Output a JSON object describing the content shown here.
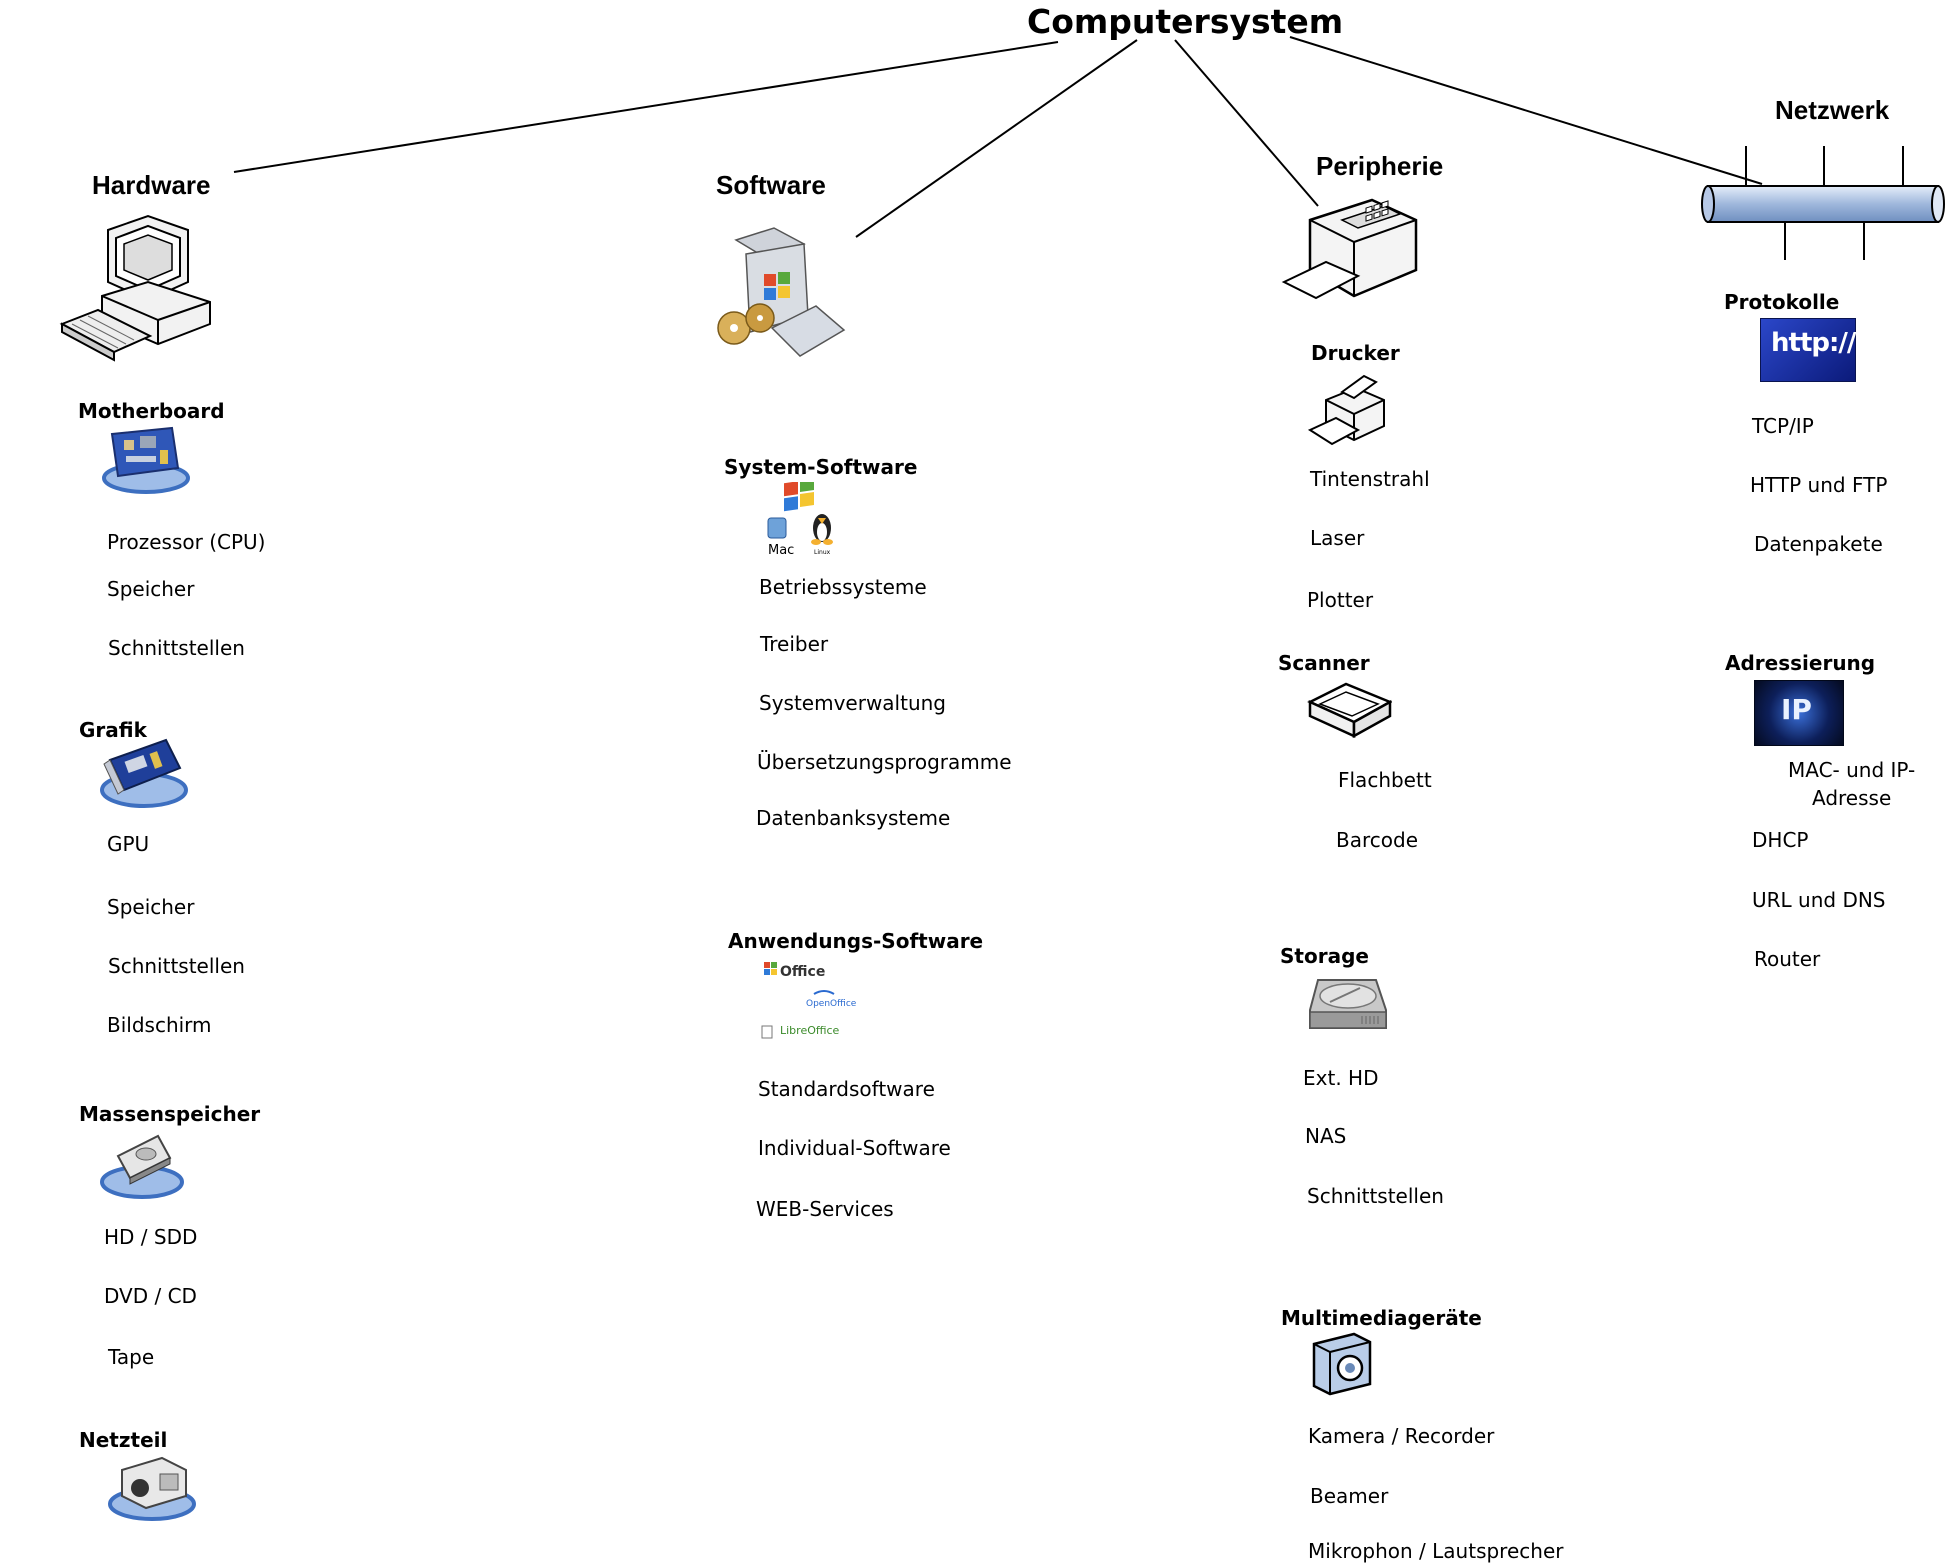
{
  "root": "Computersystem",
  "hardware": {
    "title": "Hardware",
    "groups": [
      {
        "title": "Motherboard",
        "items": [
          "Prozessor (CPU)",
          "Speicher",
          "Schnittstellen"
        ]
      },
      {
        "title": "Grafik",
        "items": [
          "GPU",
          "Speicher",
          "Schnittstellen",
          "Bildschirm"
        ]
      },
      {
        "title": "Massenspeicher",
        "items": [
          "HD / SDD",
          "DVD / CD",
          "Tape"
        ]
      },
      {
        "title": "Netzteil",
        "items": []
      }
    ]
  },
  "software": {
    "title": "Software",
    "groups": [
      {
        "title": "System-Software",
        "items": [
          "Betriebssysteme",
          "Treiber",
          "Systemverwaltung",
          "Übersetzungsprogramme",
          "Datenbanksysteme"
        ]
      },
      {
        "title": "Anwendungs-Software",
        "items": [
          "Standardsoftware",
          "Individual-Software",
          "WEB-Services"
        ]
      }
    ],
    "logos": {
      "mac": "Mac",
      "linux": "Linux",
      "office": "Office",
      "openoffice": "OpenOffice",
      "libreoffice": "LibreOffice"
    }
  },
  "peripherie": {
    "title": "Peripherie",
    "groups": [
      {
        "title": "Drucker",
        "items": [
          "Tintenstrahl",
          "Laser",
          "Plotter"
        ]
      },
      {
        "title": "Scanner",
        "items": [
          "Flachbett",
          "Barcode"
        ]
      },
      {
        "title": "Storage",
        "items": [
          "Ext. HD",
          "NAS",
          "Schnittstellen"
        ]
      },
      {
        "title": "Multimediageräte",
        "items": [
          "Kamera / Recorder",
          "Beamer",
          "Mikrophon / Lautsprecher"
        ]
      }
    ]
  },
  "netzwerk": {
    "title": "Netzwerk",
    "groups": [
      {
        "title": "Protokolle",
        "items": [
          "TCP/IP",
          "HTTP und FTP",
          "Datenpakete"
        ],
        "badge": "http://"
      },
      {
        "title": "Adressierung",
        "items": [
          "MAC- und IP-\nAdresse",
          "DHCP",
          "URL und DNS",
          "Router"
        ],
        "badge": "IP"
      }
    ]
  }
}
